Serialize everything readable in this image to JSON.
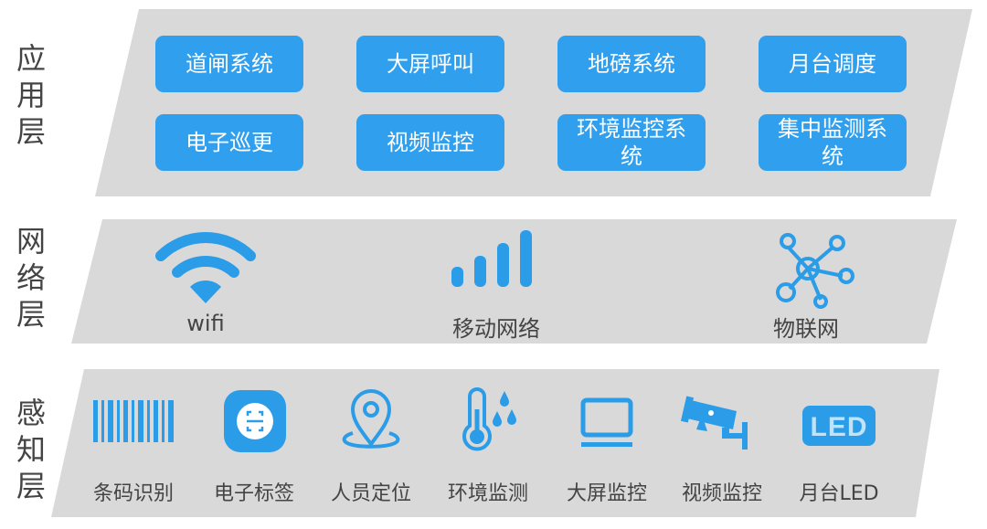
{
  "layers": {
    "application": {
      "title": "应用层",
      "buttons": [
        "道闸系统",
        "大屏呼叫",
        "地磅系统",
        "月台调度",
        "电子巡更",
        "视频监控",
        "环境监控系统",
        "集中监测系统"
      ]
    },
    "network": {
      "title": "网络层",
      "items": [
        {
          "label": "wifi",
          "icon": "wifi-icon"
        },
        {
          "label": "移动网络",
          "icon": "signal-bars-icon"
        },
        {
          "label": "物联网",
          "icon": "network-nodes-icon"
        }
      ]
    },
    "perception": {
      "title": "感知层",
      "items": [
        {
          "label": "条码识别",
          "icon": "barcode-icon"
        },
        {
          "label": "电子标签",
          "icon": "rfid-tag-icon"
        },
        {
          "label": "人员定位",
          "icon": "location-pin-icon"
        },
        {
          "label": "环境监测",
          "icon": "thermometer-drops-icon"
        },
        {
          "label": "大屏监控",
          "icon": "monitor-icon"
        },
        {
          "label": "视频监控",
          "icon": "security-camera-icon"
        },
        {
          "label": "月台LED",
          "icon": "led-sign-icon",
          "icon_text": "LED"
        }
      ]
    }
  },
  "colors": {
    "band": "#d9d9d9",
    "button": "#2f9fee",
    "icon": "#2a9ce8",
    "text": "#444444"
  }
}
